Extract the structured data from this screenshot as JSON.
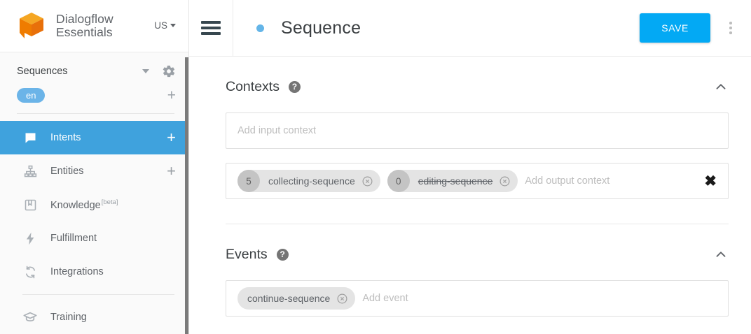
{
  "brand": {
    "logo_icon": "dialogflow-cube-logo",
    "name_line1": "Dialogflow",
    "name_line2": "Essentials",
    "region": "US",
    "region_caret_icon": "caret-down-icon"
  },
  "sidebar": {
    "agent": {
      "name": "Sequences",
      "caret_icon": "caret-down-icon",
      "gear_icon": "gear-icon"
    },
    "language": {
      "code": "en",
      "add_icon": "plus-icon"
    },
    "items": [
      {
        "label": "Intents",
        "icon": "intents-chat-icon",
        "active": true,
        "plus": "+",
        "beta": ""
      },
      {
        "label": "Entities",
        "icon": "entities-tree-icon",
        "active": false,
        "plus": "+",
        "beta": ""
      },
      {
        "label": "Knowledge",
        "icon": "knowledge-book-icon",
        "active": false,
        "plus": "",
        "beta": "[beta]"
      },
      {
        "label": "Fulfillment",
        "icon": "fulfillment-bolt-icon",
        "active": false,
        "plus": "",
        "beta": ""
      },
      {
        "label": "Integrations",
        "icon": "integrations-sync-icon",
        "active": false,
        "plus": "",
        "beta": ""
      },
      {
        "label": "Training",
        "icon": "training-cap-icon",
        "active": false,
        "plus": "",
        "beta": ""
      }
    ]
  },
  "topbar": {
    "menu_icon": "hamburger-menu-icon",
    "status_dot": "status-dot",
    "title": "Sequence",
    "save_label": "SAVE",
    "kebab_icon": "more-options-icon"
  },
  "contexts": {
    "title": "Contexts",
    "help_icon": "help-icon",
    "collapse_icon": "chevron-up-icon",
    "input_placeholder": "Add input context",
    "output_placeholder": "Add output context",
    "clear_icon": "close-x-icon",
    "output_chips": [
      {
        "count": "5",
        "label": "collecting-sequence",
        "struck": false,
        "remove_icon": "remove-circle-icon"
      },
      {
        "count": "0",
        "label": "editing-sequence",
        "struck": true,
        "remove_icon": "remove-circle-icon"
      }
    ]
  },
  "events": {
    "title": "Events",
    "help_icon": "help-icon",
    "collapse_icon": "chevron-up-icon",
    "placeholder": "Add event",
    "chips": [
      {
        "label": "continue-sequence",
        "remove_icon": "remove-circle-icon"
      }
    ]
  },
  "colors": {
    "active_blue": "#3fa2dd",
    "save_blue": "#03a9f4",
    "lang_blue": "#6bb4e8",
    "logo_orange": "#f28c18",
    "chip_gray": "#e4e4e4"
  }
}
